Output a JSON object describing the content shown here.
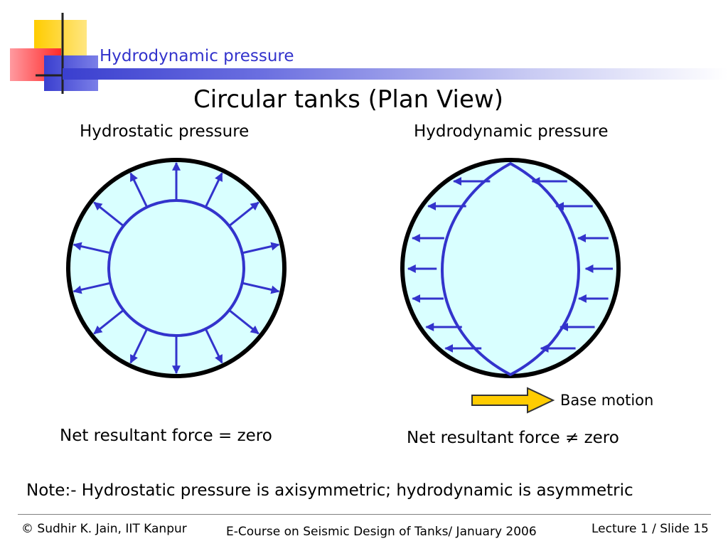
{
  "header": {
    "title": "Hydrodynamic pressure"
  },
  "slide": {
    "title": "Circular tanks (Plan View)",
    "left_caption": "Hydrostatic pressure",
    "right_caption": "Hydrodynamic pressure",
    "left_result": "Net resultant force = zero",
    "right_result": "Net resultant force ≠ zero",
    "base_motion": "Base motion",
    "note": "Note:- Hydrostatic pressure is axisymmetric; hydrodynamic is asymmetric"
  },
  "footer": {
    "author": "© Sudhir K. Jain, IIT Kanpur",
    "course": "E-Course on Seismic Design of Tanks/ January 2006",
    "slide_no": "Lecture 1 / Slide 15"
  },
  "colors": {
    "fluid": "#d9ffff",
    "arrow": "#3333cc",
    "tank_wall": "#000000",
    "base_motion_arrow": "#ffcc00"
  }
}
